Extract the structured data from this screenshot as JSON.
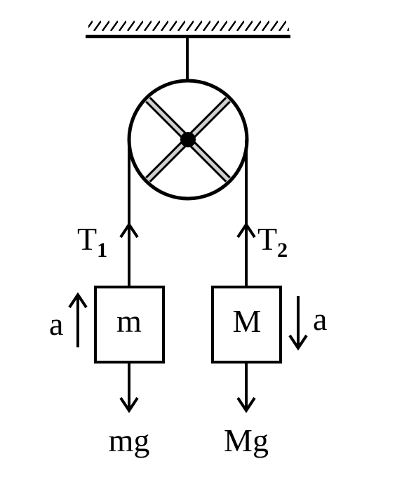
{
  "labels": {
    "mass_left": "m",
    "mass_right": "M",
    "tension_left_main": "T",
    "tension_left_sub": "1",
    "tension_right_main": "T",
    "tension_right_sub": "2",
    "accel_left": "a",
    "accel_right": "a",
    "weight_left": "mg",
    "weight_right": "Mg"
  },
  "colors": {
    "ink": "#000000",
    "spoke_fill": "#d0d0d0",
    "background": "#ffffff"
  }
}
